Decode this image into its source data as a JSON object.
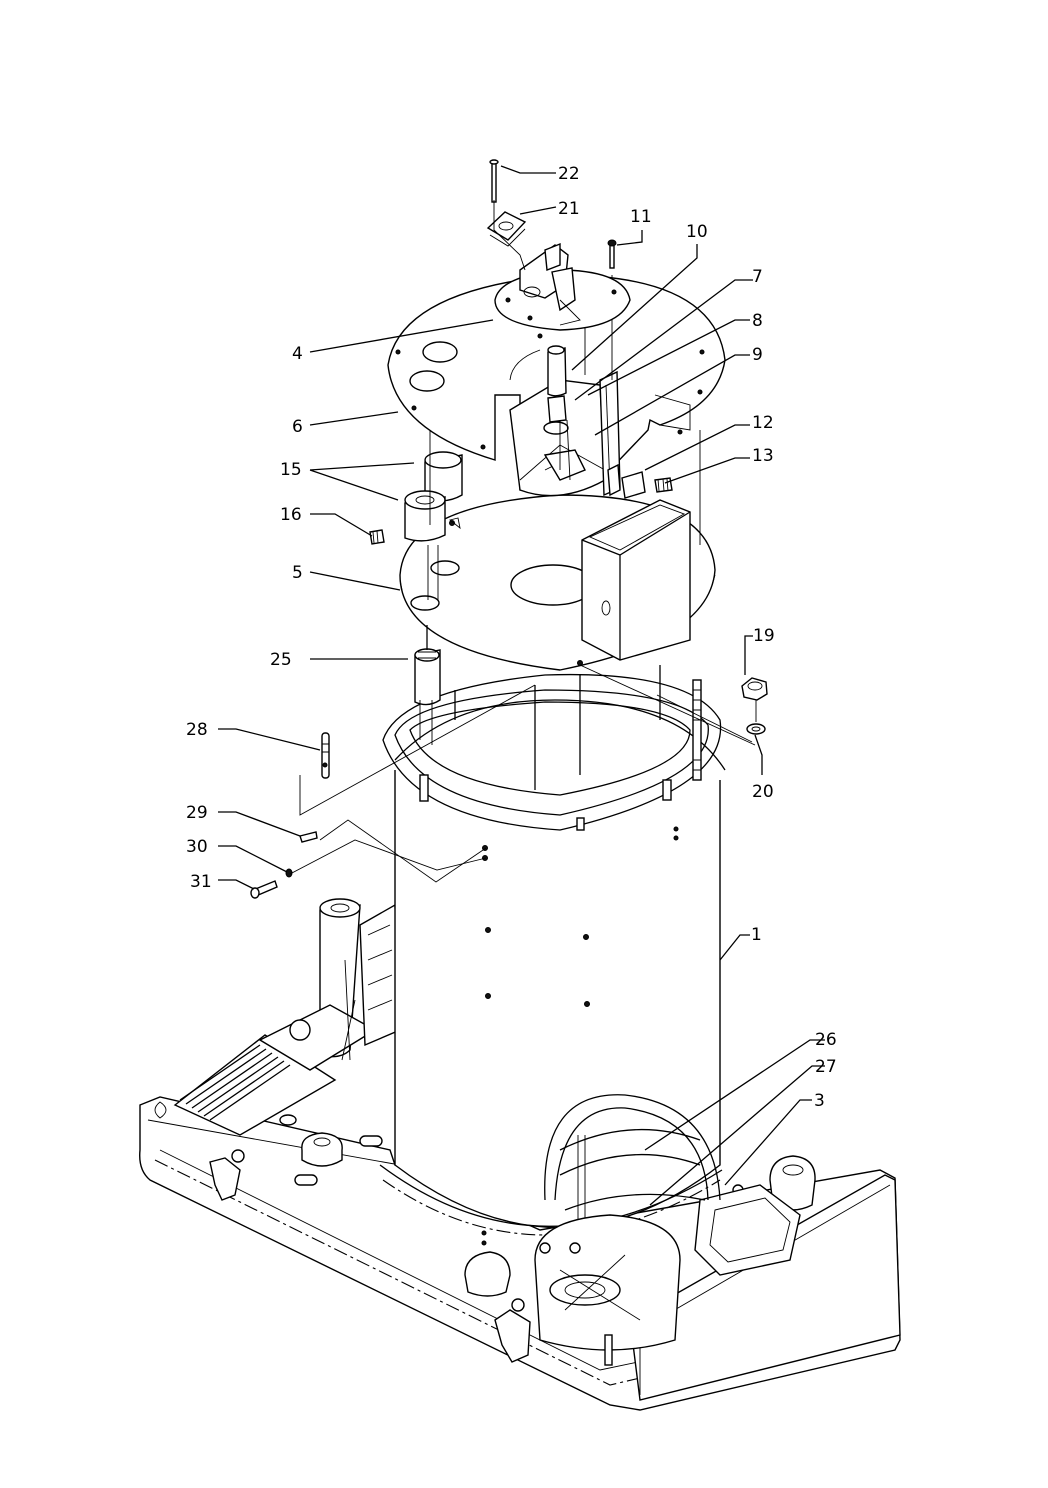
{
  "diagram": {
    "callouts": [
      {
        "id": "22",
        "label": "22"
      },
      {
        "id": "21",
        "label": "21"
      },
      {
        "id": "11",
        "label": "11"
      },
      {
        "id": "10",
        "label": "10"
      },
      {
        "id": "7",
        "label": "7"
      },
      {
        "id": "8",
        "label": "8"
      },
      {
        "id": "9",
        "label": "9"
      },
      {
        "id": "4",
        "label": "4"
      },
      {
        "id": "6",
        "label": "6"
      },
      {
        "id": "12",
        "label": "12"
      },
      {
        "id": "13",
        "label": "13"
      },
      {
        "id": "15",
        "label": "15"
      },
      {
        "id": "16",
        "label": "16"
      },
      {
        "id": "5",
        "label": "5"
      },
      {
        "id": "19",
        "label": "19"
      },
      {
        "id": "25",
        "label": "25"
      },
      {
        "id": "20",
        "label": "20"
      },
      {
        "id": "28",
        "label": "28"
      },
      {
        "id": "29",
        "label": "29"
      },
      {
        "id": "30",
        "label": "30"
      },
      {
        "id": "31",
        "label": "31"
      },
      {
        "id": "1",
        "label": "1"
      },
      {
        "id": "26",
        "label": "26"
      },
      {
        "id": "27",
        "label": "27"
      },
      {
        "id": "3",
        "label": "3"
      }
    ]
  }
}
